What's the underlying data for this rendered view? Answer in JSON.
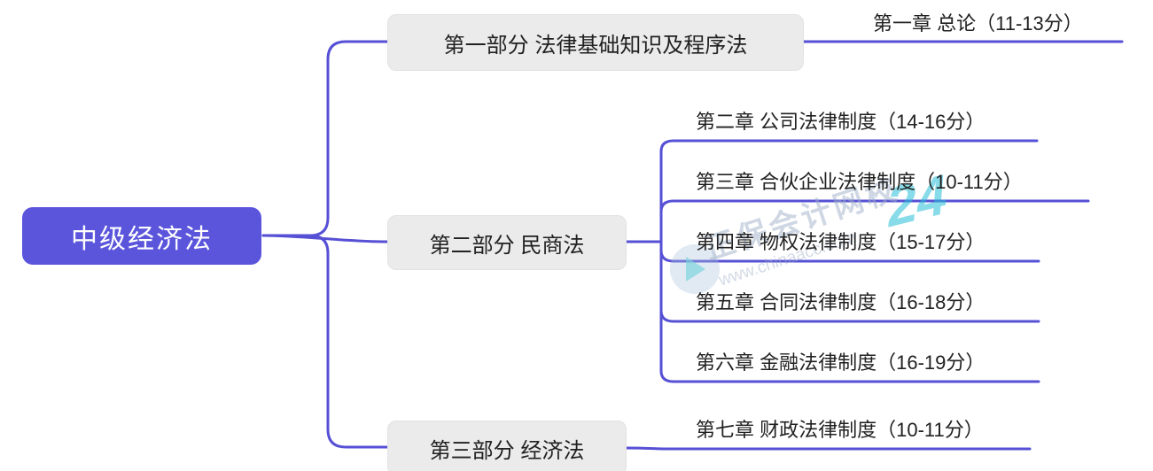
{
  "root": {
    "label": "中级经济法"
  },
  "parts": [
    {
      "label": "第一部分 法律基础知识及程序法",
      "chapters": [
        {
          "label": "第一章 总论（11-13分）"
        }
      ]
    },
    {
      "label": "第二部分 民商法",
      "chapters": [
        {
          "label": "第二章 公司法律制度（14-16分）"
        },
        {
          "label": "第三章 合伙企业法律制度（10-11分）"
        },
        {
          "label": "第四章 物权法律制度（15-17分）"
        },
        {
          "label": "第五章 合同法律制度（16-18分）"
        },
        {
          "label": "第六章 金融法律制度（16-19分）"
        }
      ]
    },
    {
      "label": "第三部分 经济法",
      "chapters": [
        {
          "label": "第七章 财政法律制度（10-11分）"
        }
      ]
    }
  ],
  "watermark": {
    "brand": "正保会计网校",
    "url": "www.chinaacc.com",
    "badge": "24"
  },
  "colors": {
    "accent": "#5650d5",
    "root_bg": "#5b55dc",
    "branch_bg": "#ebebeb"
  }
}
